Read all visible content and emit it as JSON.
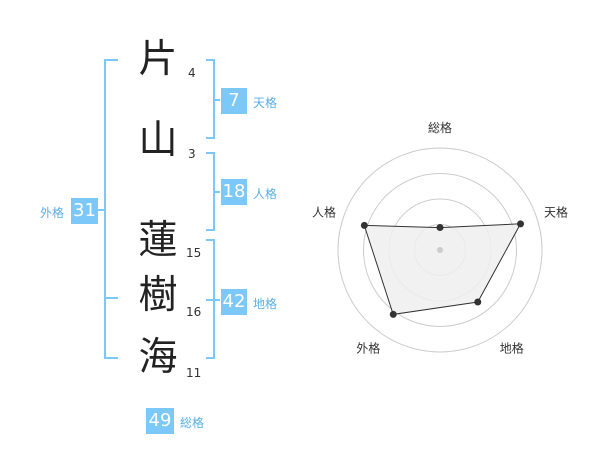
{
  "name": {
    "chars": [
      {
        "char": "片",
        "strokes": "4"
      },
      {
        "char": "山",
        "strokes": "3"
      },
      {
        "char": "蓮",
        "strokes": "15"
      },
      {
        "char": "樹",
        "strokes": "16"
      },
      {
        "char": "海",
        "strokes": "11"
      }
    ]
  },
  "kakusu": {
    "tenkaku": {
      "value": "7",
      "label": "天格"
    },
    "jinkaku": {
      "value": "18",
      "label": "人格"
    },
    "chikaku": {
      "value": "42",
      "label": "地格"
    },
    "gaikaku": {
      "value": "31",
      "label": "外格"
    },
    "soukaku": {
      "value": "49",
      "label": "総格"
    }
  },
  "colors": {
    "accent": "#7cc8f8",
    "label": "#5aaee8",
    "radar_fill": "#eeeeee",
    "grid": "#cccccc"
  },
  "chart_data": {
    "type": "radar",
    "axes": [
      "総格",
      "天格",
      "地格",
      "外格",
      "人格"
    ],
    "values": [
      0.22,
      0.83,
      0.63,
      0.78,
      0.78
    ],
    "max": 1,
    "rings": 4
  }
}
